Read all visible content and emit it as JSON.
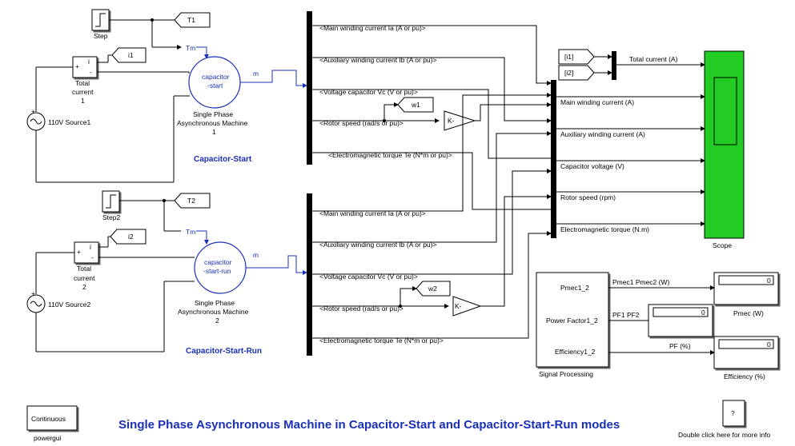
{
  "title": "Single Phase Asynchronous Machine in Capacitor-Start and Capacitor-Start-Run modes",
  "help_text": "Double click here for more info",
  "help_symbol": "?",
  "powergui": {
    "label": "Continuous",
    "name": "powergui"
  },
  "machine1": {
    "block_text_1": "capacitor",
    "block_text_2": "-start",
    "name_1": "Single Phase",
    "name_2": "Asynchronous Machine",
    "name_3": "1",
    "mode_label": "Capacitor-Start",
    "tm_port": "Tm",
    "m_port": "m"
  },
  "machine2": {
    "block_text_1": "capacitor",
    "block_text_2": "-start-run",
    "name_1": "Single Phase",
    "name_2": "Asynchronous Machine",
    "name_3": "2",
    "mode_label": "Capacitor-Start-Run",
    "tm_port": "Tm",
    "m_port": "m"
  },
  "step1": {
    "name": "Step"
  },
  "step2": {
    "name": "Step2"
  },
  "goto_t1": "T1",
  "goto_t2": "T2",
  "goto_i1": "i1",
  "goto_i2": "i2",
  "goto_w1": "w1",
  "goto_w2": "w2",
  "meter1": {
    "plus": "+",
    "i": "i",
    "minus": "-",
    "name_1": "Total",
    "name_2": "current",
    "name_3": "1"
  },
  "meter2": {
    "plus": "+",
    "i": "i",
    "minus": "-",
    "name_1": "Total",
    "name_2": "current",
    "name_3": "2"
  },
  "source1": {
    "name": "110V Source1",
    "plus": "+"
  },
  "source2": {
    "name": "110V Source2",
    "plus": "+"
  },
  "gain_label": "K-",
  "demux_top": [
    "<Main winding current Ia (A or pu)>",
    "<Auxiliary  winding current Ib (A or pu)>",
    "<Voltage capacitor Vc (V or pu)>",
    "<Rotor speed (rad/s or pu)>",
    "<Electromagnetic torque Te (N*m or pu)>"
  ],
  "demux_bottom": [
    "<Main winding current Ia (A or pu)>",
    "<Auxiliary  winding current Ib (A or pu)>",
    "<Voltage capacitor Vc (V or pu)>",
    "<Rotor speed (rad/s or pu)>",
    "<Electromagnetic torque Te (N*m or pu)>"
  ],
  "from_i1": "[i1]",
  "from_i2": "[i2]",
  "total_current_label": "Total current (A)",
  "scope_signals": [
    "Main winding current (A)",
    "Auxiliary winding current  (A)",
    "Capacitor voltage (V)",
    "Rotor speed (rpm)",
    "Electromagnetic torque (N.m)"
  ],
  "scope": {
    "name": "Scope",
    "color": "#22cc22"
  },
  "signal_processing": {
    "name": "Signal Processing",
    "ports": [
      "Pmec1_2",
      "Power Factor1_2",
      "Efficiency1_2"
    ]
  },
  "outputs": [
    {
      "signal": "Pmec1 Pmec2 (W)",
      "value": "0",
      "name": "Pmec (W)"
    },
    {
      "signal": "PF1 PF2",
      "value": "0",
      "name": ""
    },
    {
      "signal": "PF (%)",
      "value": "0",
      "name": "Efficiency (%)"
    }
  ]
}
